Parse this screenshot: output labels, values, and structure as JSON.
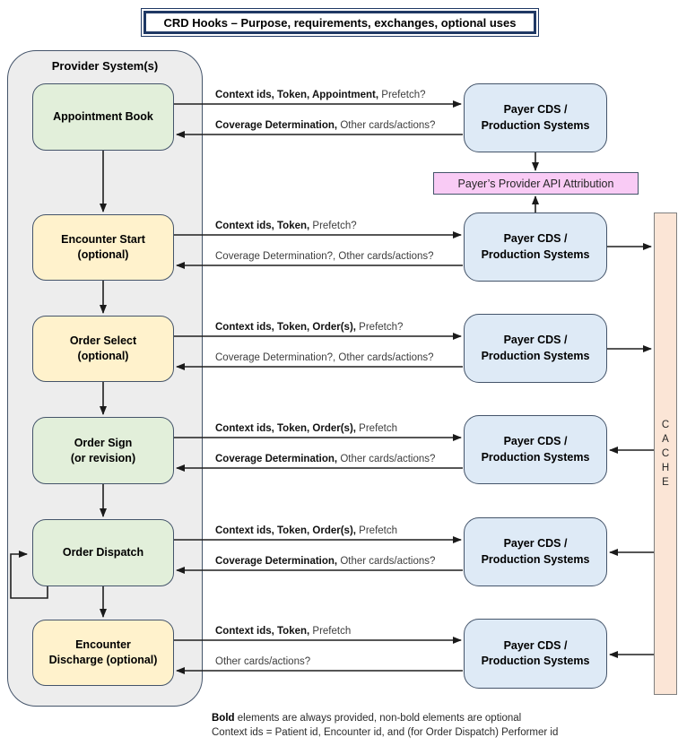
{
  "title": "CRD Hooks – Purpose, requirements, exchanges, optional uses",
  "provider": {
    "label": "Provider System(s)"
  },
  "rows": [
    {
      "hook_line1": "Appointment Book",
      "hook_line2": "",
      "request_bold": "Context ids, Token, Appointment,",
      "request_rest": " Prefetch?",
      "response_bold": "Coverage Determination,",
      "response_rest": " Other cards/actions?",
      "payer_line1": "Payer CDS /",
      "payer_line2": "Production Systems"
    },
    {
      "hook_line1": "Encounter Start",
      "hook_line2": "(optional)",
      "request_bold": "Context ids, Token,",
      "request_rest": " Prefetch?",
      "response_bold": "",
      "response_rest": "Coverage Determination?, Other cards/actions?",
      "payer_line1": "Payer CDS /",
      "payer_line2": "Production Systems"
    },
    {
      "hook_line1": "Order Select",
      "hook_line2": "(optional)",
      "request_bold": "Context ids, Token, Order(s),",
      "request_rest": " Prefetch?",
      "response_bold": "",
      "response_rest": "Coverage Determination?, Other cards/actions?",
      "payer_line1": "Payer CDS /",
      "payer_line2": "Production Systems"
    },
    {
      "hook_line1": "Order Sign",
      "hook_line2": "(or revision)",
      "request_bold": "Context ids, Token, Order(s),",
      "request_rest": " Prefetch",
      "response_bold": "Coverage Determination,",
      "response_rest": " Other cards/actions?",
      "payer_line1": "Payer CDS /",
      "payer_line2": "Production Systems"
    },
    {
      "hook_line1": "Order Dispatch",
      "hook_line2": "",
      "request_bold": "Context ids, Token, Order(s),",
      "request_rest": " Prefetch",
      "response_bold": "Coverage Determination,",
      "response_rest": " Other cards/actions?",
      "payer_line1": "Payer CDS /",
      "payer_line2": "Production Systems"
    },
    {
      "hook_line1": "Encounter",
      "hook_line2": "Discharge (optional)",
      "request_bold": "Context ids, Token,",
      "request_rest": " Prefetch",
      "response_bold": "",
      "response_rest": "Other cards/actions?",
      "payer_line1": "Payer CDS /",
      "payer_line2": "Production Systems"
    }
  ],
  "attribution": {
    "label": "Payer’s Provider API Attribution"
  },
  "cache": {
    "letters": [
      "C",
      "A",
      "C",
      "H",
      "E"
    ]
  },
  "footer": {
    "line1_bold": "Bold",
    "line1_rest": " elements are always provided, non-bold elements are optional",
    "line2": "Context ids = Patient id, Encounter id, and (for Order Dispatch) Performer id"
  },
  "colors": {
    "navy": "#44546A",
    "title-navy": "#1F3864",
    "green": "#E2EFDA",
    "yellow": "#FFF2CC",
    "blue": "#DEEAF6",
    "gray": "#EDEDED",
    "pink": "#F9CBF5",
    "peach": "#FBE5D6"
  }
}
